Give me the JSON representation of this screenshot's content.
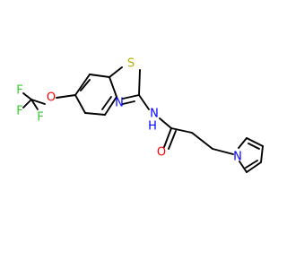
{
  "molecule": {
    "atoms": [
      {
        "id": "F1",
        "label": "F",
        "color": "#33cc33"
      },
      {
        "id": "F2",
        "label": "F",
        "color": "#33cc33"
      },
      {
        "id": "F3",
        "label": "F",
        "color": "#33cc33"
      },
      {
        "id": "O1",
        "label": "O",
        "color": "#ff0000"
      },
      {
        "id": "S1",
        "label": "S",
        "color": "#b2b200"
      },
      {
        "id": "N1",
        "label": "N",
        "color": "#0000ff"
      },
      {
        "id": "N2",
        "label": "N",
        "color": "#0000ff"
      },
      {
        "id": "H1",
        "label": "H",
        "color": "#0000ff"
      },
      {
        "id": "O2",
        "label": "O",
        "color": "#ff0000"
      },
      {
        "id": "N3",
        "label": "N",
        "color": "#0000ff"
      }
    ]
  }
}
